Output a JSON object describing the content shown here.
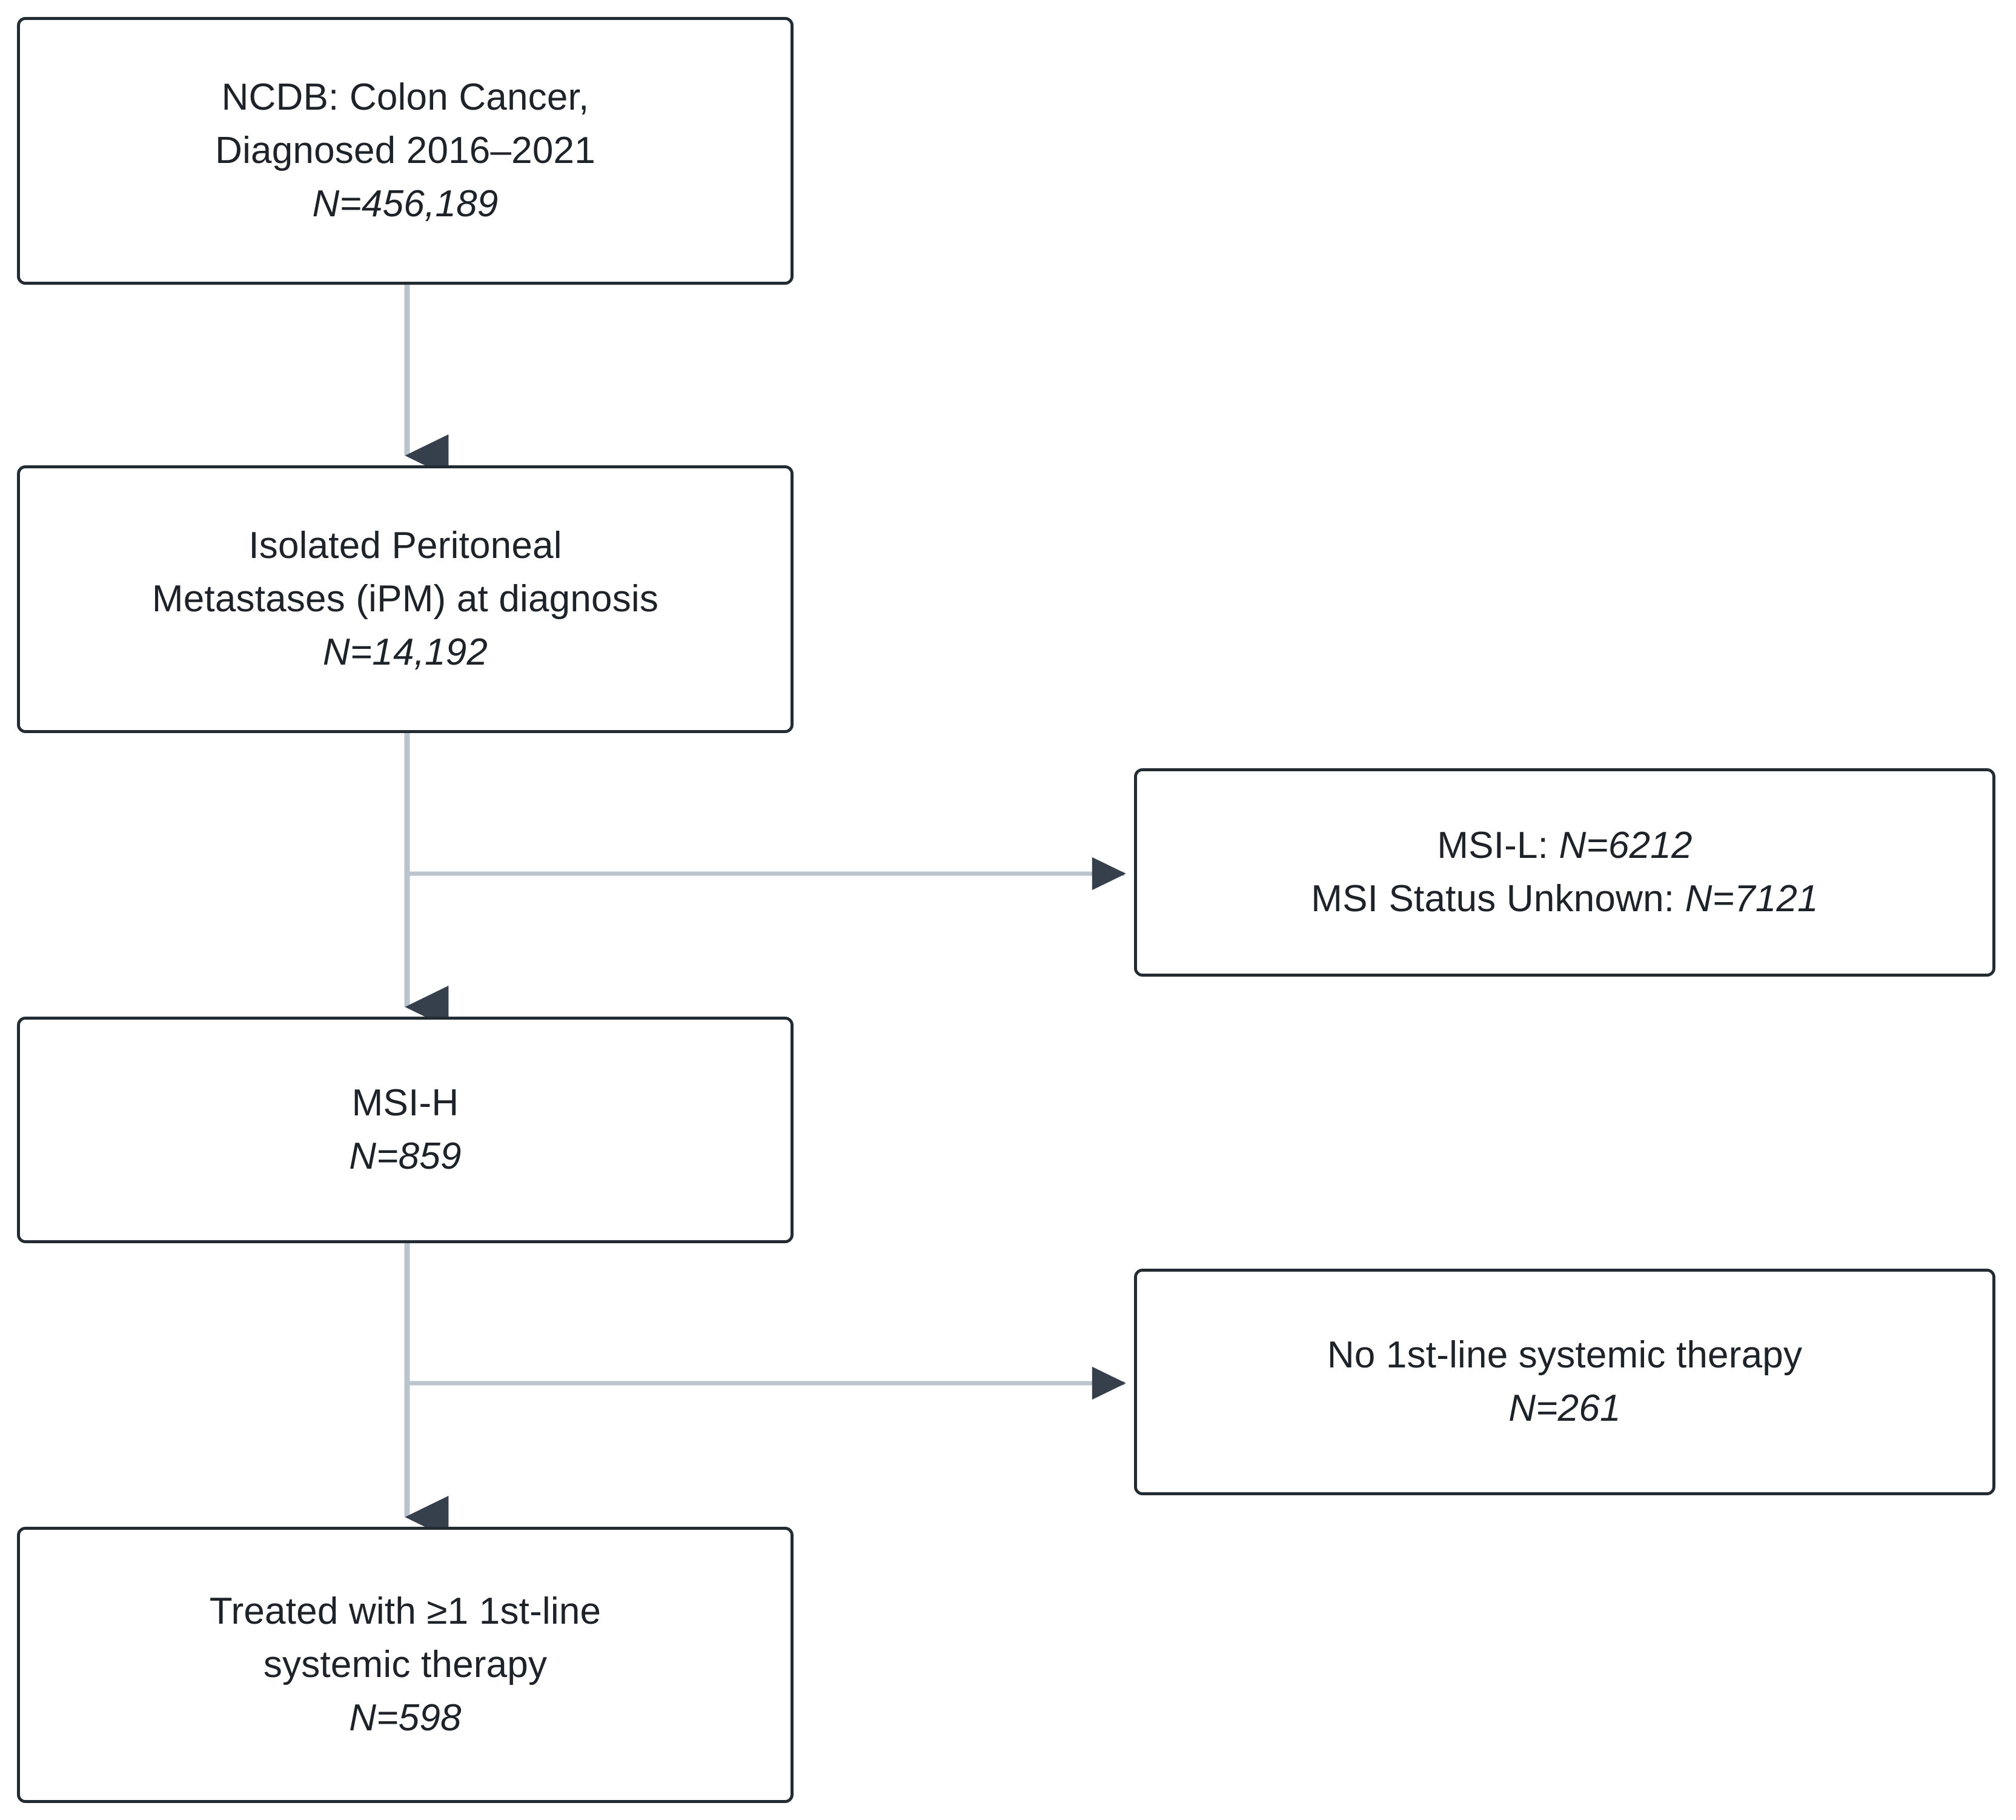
{
  "diagram": {
    "type": "consort-flowchart",
    "title": "NCDB colon cancer isolated peritoneal metastases cohort selection",
    "colors": {
      "box_border": "#232b33",
      "box_fill": "#ffffff",
      "text": "#1d2328",
      "connector_line": "#b9c4cc",
      "arrow_head": "#36404d"
    }
  },
  "nodes": {
    "cohort": {
      "line1": "NCDB: Colon Cancer,",
      "line2": "Diagnosed 2016–2021",
      "count": "N=456,189"
    },
    "ipm": {
      "line1": "Isolated Peritoneal",
      "line2": "Metastases (iPM) at diagnosis",
      "count": "N=14,192"
    },
    "msil": {
      "line1": "MSI-L: N=6212",
      "line2": "MSI Status Unknown: N=7121",
      "msil_label": "MSI-L: ",
      "msil_count": "N=6212",
      "unknown_label": "MSI Status Unknown: ",
      "unknown_count": "N=7121"
    },
    "msih": {
      "line1": "MSI-H",
      "count": "N=859"
    },
    "notherapy": {
      "line1": "No 1st-line systemic therapy",
      "count": "N=261"
    },
    "treated": {
      "line1": "Treated with ≥1 1st-line",
      "line2": "systemic therapy",
      "count": "N=598"
    }
  },
  "edges": [
    {
      "name": "cohort-to-ipm",
      "from": "cohort",
      "to": "ipm",
      "direction": "down",
      "arrow": true
    },
    {
      "name": "ipm-to-msil",
      "from": "ipm",
      "to": "msil",
      "direction": "right",
      "arrow": true
    },
    {
      "name": "ipm-to-msih",
      "from": "ipm",
      "to": "msih",
      "direction": "down",
      "arrow": true
    },
    {
      "name": "msih-to-notherapy",
      "from": "msih",
      "to": "notherapy",
      "direction": "right",
      "arrow": true
    },
    {
      "name": "msih-to-treated",
      "from": "msih",
      "to": "treated",
      "direction": "down",
      "arrow": true
    }
  ]
}
